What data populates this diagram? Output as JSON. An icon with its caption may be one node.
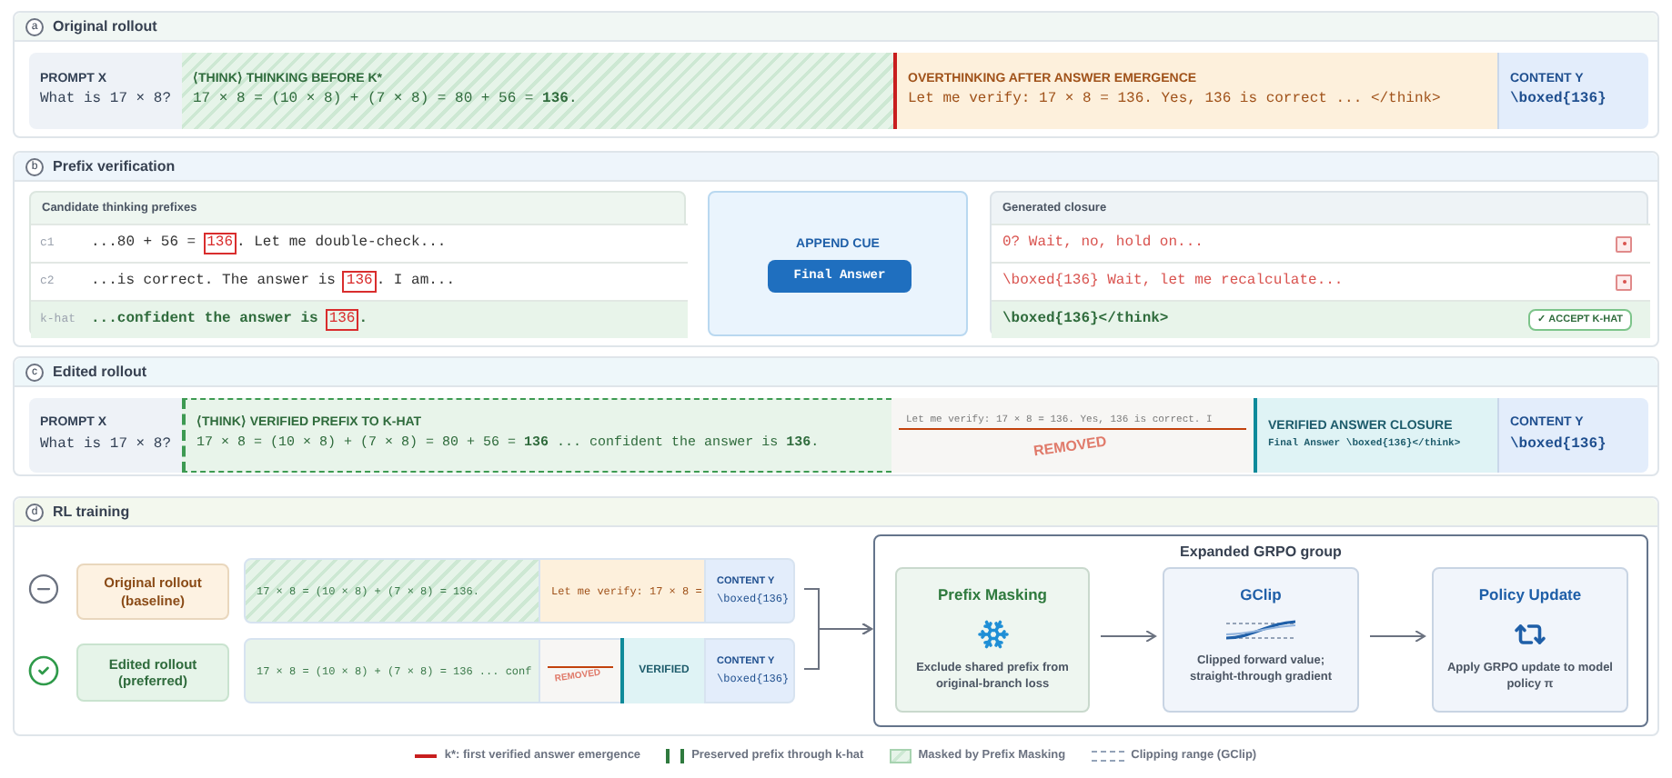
{
  "diagram": {
    "nodes": [
      {
        "text": [
          "a",
          "Original rollout"
        ]
      },
      {
        "text": [
          "PROMPT X",
          "What is 17 × 8?"
        ],
        "in": 0
      },
      {
        "text": [
          "⟨THINK⟩ THINKING BEFORE K*",
          "17 × 8 = (10 × 8) + (7 × 8) = 80 + 56 = **136**."
        ],
        "in": 0
      },
      {
        "text": [
          "OVERTHINKING AFTER ANSWER EMERGENCE",
          "Let me verify: 17 × 8 = 136. Yes, 136 is correct ... </think>"
        ],
        "in": 0
      },
      {
        "text": [
          "CONTENT Y",
          "\\boxed{136}"
        ],
        "in": 0
      },
      {
        "text": [
          "b",
          "Prefix verification"
        ]
      },
      {
        "text": [
          "Candidate thinking prefixes"
        ],
        "in": 5
      },
      {
        "text": [
          "c1",
          "...80 + 56 =",
          ". Let me double-check..."
        ],
        "in": 6
      },
      {
        "text": [
          "136"
        ],
        "in": 7
      },
      {
        "text": [
          "c2",
          "...is correct. The answer is",
          ". I am..."
        ],
        "in": 6
      },
      {
        "text": [
          "136"
        ],
        "in": 9
      },
      {
        "text": [
          "k-hat",
          "...confident the answer is",
          "."
        ],
        "in": 6
      },
      {
        "text": [
          "136"
        ],
        "in": 11
      },
      {
        "text": [
          "APPEND CUE"
        ],
        "in": 5
      },
      {
        "text": [
          "Final Answer"
        ],
        "in": 13
      },
      {
        "text": [
          "Generated closure"
        ],
        "in": 5
      },
      {
        "text": [
          "0? Wait, no, hold on..."
        ],
        "in": 15
      },
      {
        "text": [
          "\\boxed{136} Wait, let me recalculate..."
        ],
        "in": 15
      },
      {
        "text": [
          "\\boxed{136}</think>"
        ],
        "in": 15
      },
      {
        "text": [
          "✓ ACCEPT K-HAT"
        ],
        "in": 18
      },
      {
        "text": [
          "c",
          "Edited rollout"
        ]
      },
      {
        "text": [
          "PROMPT X",
          "What is 17 × 8?"
        ],
        "in": 20
      },
      {
        "text": [
          "⟨THINK⟩ VERIFIED PREFIX TO K-HAT",
          "17 × 8 = (10 × 8) + (7 × 8) = 80 + 56 = **136** ... confident the answer is **136**."
        ],
        "in": 20
      },
      {
        "text": [
          "Let me verify: 17 × 8 = 136. Yes, 136 is correct. I",
          "REMOVED"
        ],
        "in": 20
      },
      {
        "text": [
          "VERIFIED ANSWER CLOSURE",
          "Final Answer \\boxed{136}</think>"
        ],
        "in": 20
      },
      {
        "text": [
          "CONTENT Y",
          "\\boxed{136}"
        ],
        "in": 20
      },
      {
        "text": [
          "d",
          "RL training"
        ]
      },
      {
        "text": [
          "Original rollout (baseline)"
        ],
        "in": 26
      },
      {
        "text": [
          "17 × 8 = (10 × 8) + (7 × 8) = 136."
        ],
        "in": 26
      },
      {
        "text": [
          "Let me verify: 17 × 8 ="
        ],
        "in": 26
      },
      {
        "text": [
          "CONTENT Y",
          "\\boxed{136}"
        ],
        "in": 26
      },
      {
        "text": [
          "Edited rollout (preferred)"
        ],
        "in": 26
      },
      {
        "text": [
          "17 × 8 = (10 × 8) + (7 × 8) = 136 ... conf"
        ],
        "in": 26
      },
      {
        "text": [
          "REMOVED"
        ],
        "in": 26
      },
      {
        "text": [
          "VERIFIED"
        ],
        "in": 26
      },
      {
        "text": [
          "CONTENT Y",
          "\\boxed{136}"
        ],
        "in": 26
      },
      {
        "text": [
          "Expanded GRPO group"
        ],
        "in": 26
      },
      {
        "text": [
          "Prefix Masking",
          "Exclude shared prefix from original-branch loss"
        ],
        "in": 36
      },
      {
        "text": [
          "GClip",
          "Clipped forward value; straight-through gradient"
        ],
        "in": 36
      },
      {
        "text": [
          "Policy Update",
          "Apply GRPO update to model policy π"
        ],
        "in": 36
      }
    ],
    "edges": [
      {
        "from": 30,
        "to": 36,
        "arrow": "to"
      },
      {
        "from": 35,
        "to": 36,
        "arrow": "to"
      },
      {
        "from": 37,
        "to": 38,
        "arrow": "to"
      },
      {
        "from": 38,
        "to": 39,
        "arrow": "to"
      }
    ],
    "legend": [
      {
        "text": "k*: first verified answer emergence"
      },
      {
        "text": "Preserved prefix through k-hat"
      },
      {
        "text": "Masked by Prefix Masking"
      },
      {
        "text": "Clipping range (GClip)"
      }
    ]
  }
}
